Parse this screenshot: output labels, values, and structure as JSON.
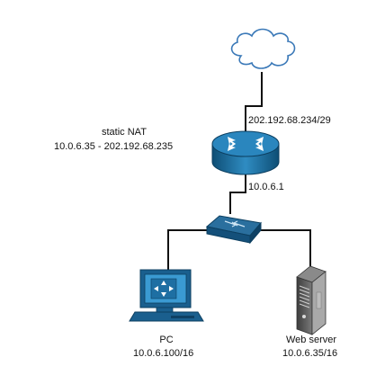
{
  "diagram": {
    "nat": {
      "title": "static NAT",
      "mapping": "10.0.6.35 - 202.192.68.235"
    },
    "router": {
      "wan_ip": "202.192.68.234/29",
      "lan_ip": "10.0.6.1"
    },
    "pc": {
      "name": "PC",
      "ip": "10.0.6.100/16"
    },
    "server": {
      "name": "Web server",
      "ip": "10.0.6.35/16"
    },
    "colors": {
      "link": "#111111",
      "device_blue": "#1a6fa0",
      "device_blue_light": "#2f8cc2",
      "device_blue_dark": "#0e4e75",
      "cloud_stroke": "#3b79b8",
      "server_body": "#5b5b5b"
    },
    "icons": [
      "cloud-icon",
      "router-icon",
      "switch-icon",
      "pc-icon",
      "server-icon"
    ]
  }
}
